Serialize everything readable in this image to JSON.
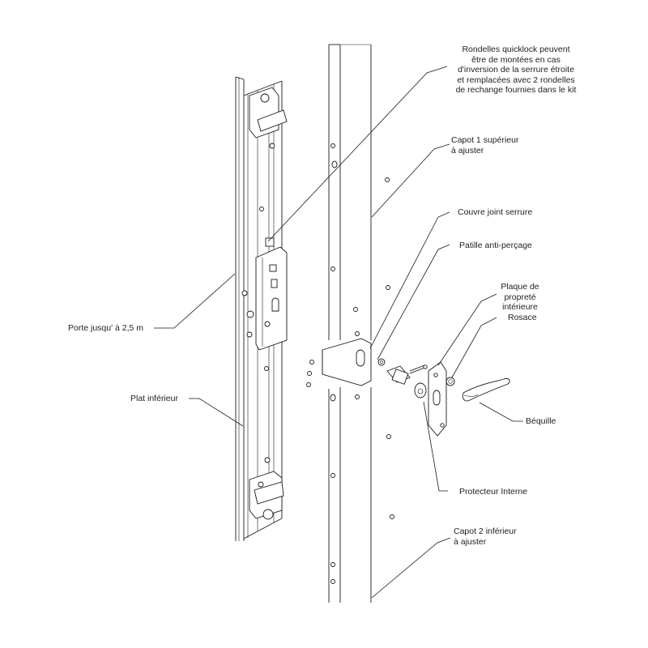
{
  "labels": {
    "rondelles": [
      "Rondelles quicklock peuvent",
      "être de montées en cas",
      "d'inversion de la serrure étroite",
      "et remplacées avec 2 rondelles",
      "de rechange fournies dans le kit"
    ],
    "capot1": [
      "Capot 1 supérieur",
      "à ajuster"
    ],
    "couvre_joint": "Couvre joint serrure",
    "patille": "Patille anti-perçage",
    "plaque": [
      "Plaque de",
      "propreté",
      "intérieure"
    ],
    "rosace": "Rosace",
    "porte": "Porte jusqu' à 2,5 m",
    "plat_inferieur": "Plat inférieur",
    "bequille": "Béquille",
    "protecteur": "Protecteur Interne",
    "capot2": [
      "Capot 2 inférieur",
      "à ajuster"
    ]
  }
}
